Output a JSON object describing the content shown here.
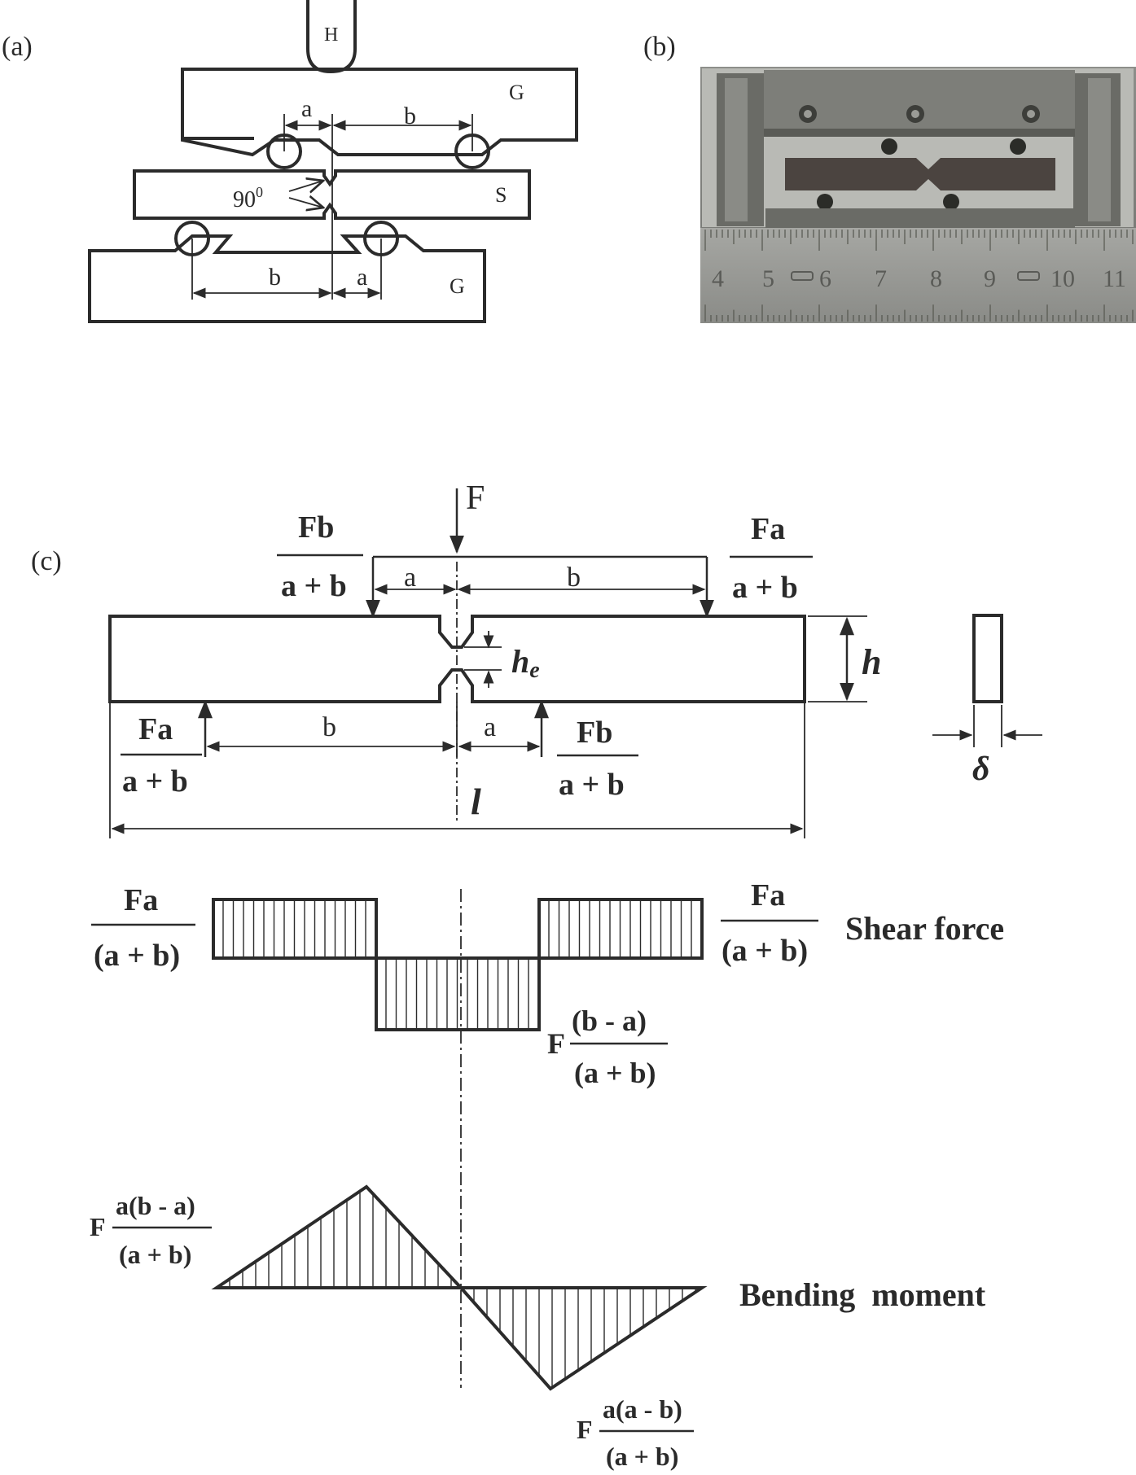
{
  "panel_a": {
    "label": "(a)",
    "hammer": "H",
    "grip_top": "G",
    "grip_bottom": "G",
    "specimen": "S",
    "angle": "90",
    "angle_sup": "0",
    "dim_a": "a",
    "dim_b": "b"
  },
  "panel_b": {
    "label": "(b)",
    "ruler_numbers": [
      "4",
      "5",
      "6",
      "7",
      "8",
      "9",
      "10",
      "11"
    ]
  },
  "panel_c": {
    "label": "(c)",
    "force": "F",
    "reaction_fb_num": "Fb",
    "reaction_fa_num": "Fa",
    "reaction_den": "a + b",
    "dim_a": "a",
    "dim_b": "b",
    "notch_height": "h",
    "notch_height_sub": "e",
    "height": "h",
    "length": "l",
    "thickness": "δ",
    "shear": {
      "title": "Shear force",
      "left_num": "Fa",
      "left_den": "(a + b)",
      "right_num": "Fa",
      "right_den": "(a + b)",
      "mid_prefix": "F",
      "mid_num": "(b - a)",
      "mid_den": "(a + b)"
    },
    "moment": {
      "title": "Bending  moment",
      "top_prefix": "F",
      "top_num": "a(b - a)",
      "top_den": "(a + b)",
      "bottom_prefix": "F",
      "bottom_num": "a(a - b)",
      "bottom_den": "(a + b)"
    }
  }
}
